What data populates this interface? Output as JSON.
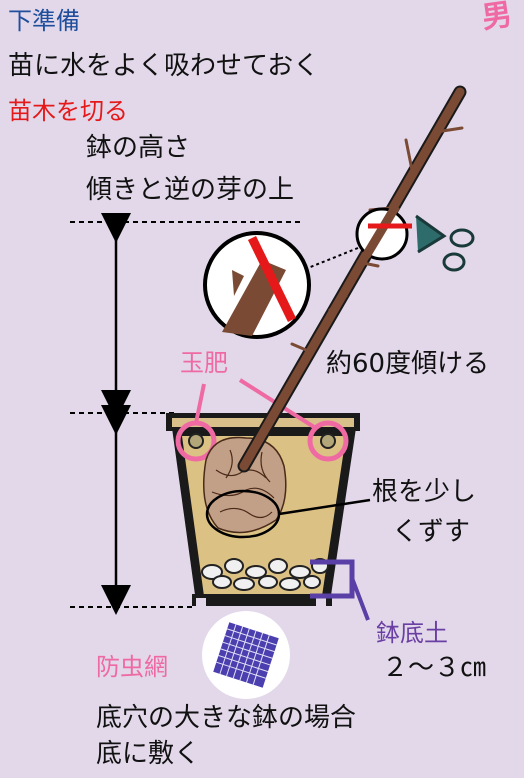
{
  "header": {
    "prep_title": "下準備",
    "prep_text": "苗に水をよく吸わせておく",
    "cut_title": "苗木を切る",
    "cut_line1": "鉢の高さ",
    "cut_line2": "傾きと逆の芽の上"
  },
  "corner_logo": "男",
  "labels": {
    "fertilizer": "玉肥",
    "tilt": "約60度傾ける",
    "roots_line1": "根を少し",
    "roots_line2": "くずす",
    "pot_soil_title": "鉢底土",
    "pot_soil_amount": "２～３㎝",
    "net_title": "防虫網",
    "net_line1": "底穴の大きな鉢の場合",
    "net_line2": "底に敷く"
  },
  "colors": {
    "background": "#e2d8ea",
    "blue": "#1f4e9c",
    "red": "#e51919",
    "pink": "#ef6aa3",
    "purple": "#6a3fa3",
    "soil": "#dcc184",
    "stem": "#7a4a34"
  }
}
